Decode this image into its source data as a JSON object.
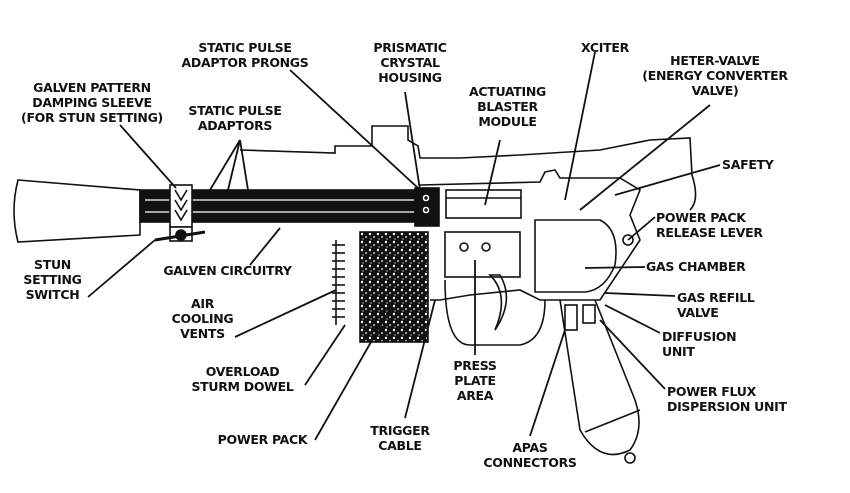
{
  "diagram": {
    "subject": "Blaster pistol cutaway schematic",
    "ink_color": "#111111",
    "background_color": "#ffffff",
    "labels": {
      "galven_pattern": [
        "GALVEN PATTERN",
        "DAMPING SLEEVE",
        "(FOR STUN SETTING)"
      ],
      "static_pulse_prongs": [
        "STATIC PULSE",
        "ADAPTOR PRONGS"
      ],
      "static_pulse_adaptors": [
        "STATIC PULSE",
        "ADAPTORS"
      ],
      "prismatic": [
        "PRISMATIC",
        "CRYSTAL",
        "HOUSING"
      ],
      "actuating": [
        "ACTUATING",
        "BLASTER",
        "MODULE"
      ],
      "xciter": [
        "XCITER"
      ],
      "heter_valve": [
        "HETER-VALVE",
        "(ENERGY CONVERTER",
        "VALVE)"
      ],
      "safety": [
        "SAFETY"
      ],
      "power_pack_release": [
        "POWER PACK",
        "RELEASE LEVER"
      ],
      "gas_chamber": [
        "GAS CHAMBER"
      ],
      "gas_refill": [
        "GAS REFILL",
        "VALVE"
      ],
      "diffusion": [
        "DIFFUSION",
        "UNIT"
      ],
      "power_flux": [
        "POWER FLUX",
        "DISPERSION UNIT"
      ],
      "stun_switch": [
        "STUN",
        "SETTING",
        "SWITCH"
      ],
      "galven_circuitry": [
        "GALVEN CIRCUITRY"
      ],
      "air_cooling": [
        "AIR",
        "COOLING",
        "VENTS"
      ],
      "overload": [
        "OVERLOAD",
        "STURM DOWEL"
      ],
      "power_pack": [
        "POWER PACK"
      ],
      "trigger_cable": [
        "TRIGGER",
        "CABLE"
      ],
      "press_plate": [
        "PRESS",
        "PLATE",
        "AREA"
      ],
      "apas": [
        "APAS",
        "CONNECTORS"
      ]
    }
  }
}
